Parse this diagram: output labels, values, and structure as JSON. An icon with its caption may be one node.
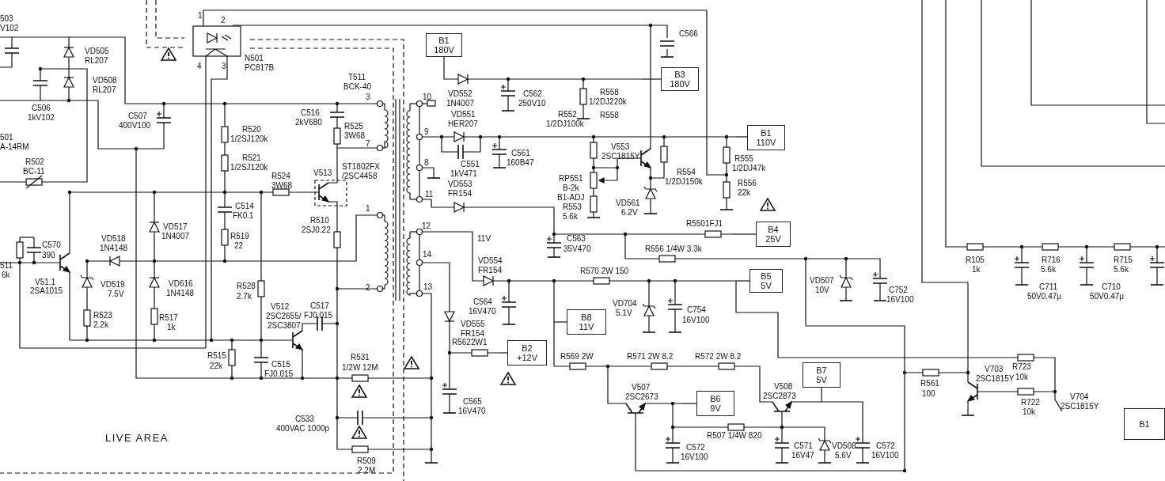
{
  "diagram": {
    "nodes": [
      {
        "text": [
          "B1",
          "180V"
        ]
      },
      {
        "text": [
          "B3",
          "180V"
        ]
      },
      {
        "text": [
          "B1",
          "110V"
        ]
      },
      {
        "text": [
          "B4",
          "25V"
        ]
      },
      {
        "text": [
          "B5",
          "5V"
        ]
      },
      {
        "text": [
          "B8",
          "11V"
        ]
      },
      {
        "text": [
          "B2",
          "+12V"
        ]
      },
      {
        "text": [
          "B6",
          "9V"
        ]
      },
      {
        "text": [
          "B7",
          "5V"
        ]
      },
      {
        "text": [
          "B1"
        ]
      }
    ],
    "edges": [
      {
        "from": null,
        "to": 0,
        "arrow": "none"
      },
      {
        "from": null,
        "to": 1,
        "arrow": "none"
      },
      {
        "from": null,
        "to": 2,
        "arrow": "none"
      },
      {
        "from": null,
        "to": 3,
        "arrow": "none"
      },
      {
        "from": null,
        "to": 4,
        "arrow": "none"
      },
      {
        "from": null,
        "to": 5,
        "arrow": "none"
      },
      {
        "from": null,
        "to": 6,
        "arrow": "none"
      },
      {
        "from": null,
        "to": 7,
        "arrow": "none"
      },
      {
        "from": null,
        "to": 8,
        "arrow": "none"
      }
    ],
    "labels": [
      "503",
      "V102",
      "1",
      "2",
      "VD505",
      "RL207",
      "4",
      "3",
      "N501",
      "PC817B",
      "VD508",
      "RL207",
      "T511",
      "BCK-40",
      "3",
      "C506",
      "1kV102",
      "C507",
      "400V100",
      "C516",
      "2kV680",
      "R525",
      "3W68",
      "7",
      "501",
      "A-14RM",
      "R520",
      "1/2SJ120k",
      "R521",
      "1/2SJ120k",
      "R502",
      "BC-11",
      "R524",
      "3W68",
      "V513",
      "ST1802FX",
      "/2SC4458",
      "C514",
      "FK0.1",
      "VD517",
      "1N4007",
      "R510",
      "2SJ0.22",
      "1",
      "R519",
      "22",
      "C570",
      "390",
      "VD518",
      "1N4148",
      "511",
      "6k",
      "V51.1",
      "2SA1015",
      "VD519",
      "7.5V",
      "VD616",
      "1N4148",
      "R528",
      "2.7k",
      "2",
      "V512",
      "2SC2655/",
      "2SC3807",
      "C517",
      "FJ0.015",
      "R523",
      "2.2k",
      "R517",
      "1k",
      "R515",
      "22k",
      "C515",
      "FJ0.015",
      "R531",
      "1/2W 12M",
      "C533",
      "400VAC 1000p",
      "LIVE AREA",
      "R509",
      "2.2M",
      "C566",
      "10",
      "VD552",
      "1N4007",
      "C562",
      "250V10",
      "R558",
      "1/2DJ220k",
      "R552",
      "1/2DJ100k",
      "R558",
      "VD551",
      "HER207",
      "9",
      "C561",
      "160B47",
      "C551",
      "1kV471",
      "8",
      "V553",
      "2SC1815Y",
      "R554",
      "1/2DJ150k",
      "R555",
      "1/2DJ47k",
      "RP551",
      "B-2k",
      "B1-ADJ",
      "R553",
      "5.6k",
      "VD553",
      "FR154",
      "11",
      "R556",
      "22k",
      "VD561",
      "6.2V",
      "R5501FJ1",
      "12",
      "11V",
      "C563",
      "35V470",
      "R556 1/4W 3.3k",
      "14",
      "VD554",
      "FR154",
      "R570 2W 150",
      "13",
      "C564",
      "16V470",
      "VD704",
      "5.1V",
      "C754",
      "16V100",
      "VD555",
      "FR154",
      "R5622W1",
      "R569 2W",
      "R571 2W 8.2",
      "R572 2W 8.2",
      "V507",
      "2SC2673",
      "C565",
      "16V470",
      "R507 1/4W 820",
      "C572",
      "16V100",
      "VD507",
      "10V",
      "C752",
      "16V100",
      "V508",
      "2SC2873",
      "C571",
      "16V47",
      "VD508",
      "5.6V",
      "C572",
      "16V100",
      "R105",
      "1k",
      "R716",
      "5.6k",
      "R715",
      "5.6k",
      "C711",
      "50V0.47μ",
      "C710",
      "50V0.47μ",
      "V703",
      "2SC1815Y",
      "R723",
      "10k",
      "R561",
      "100",
      "R722",
      "10k",
      "V704",
      "2SC1815Y"
    ]
  }
}
